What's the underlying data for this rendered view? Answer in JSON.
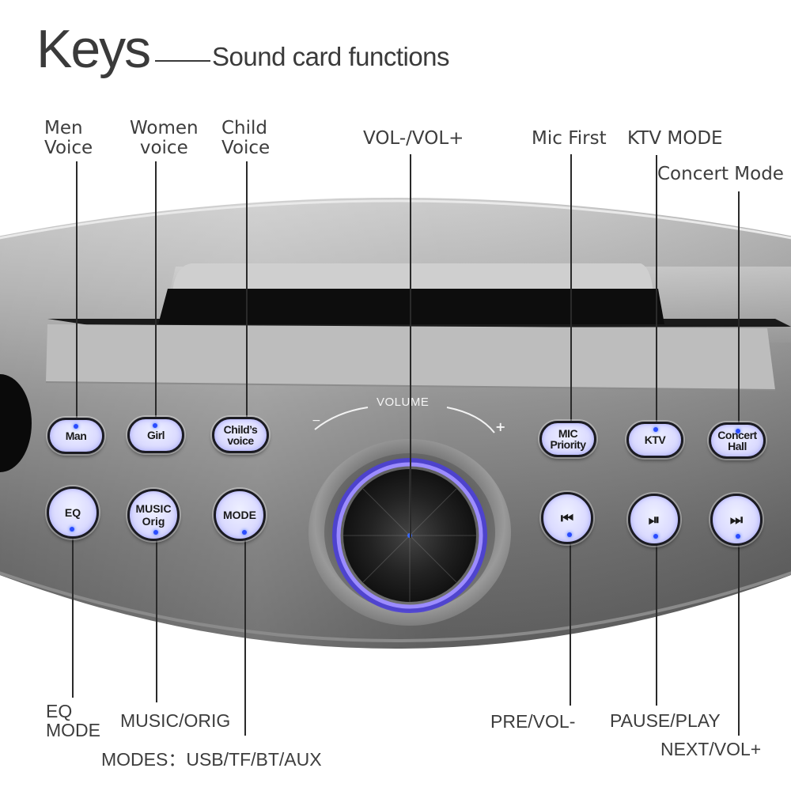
{
  "header": {
    "title": "Keys",
    "subtitle": "Sound card functions"
  },
  "top_labels": {
    "men_voice": [
      "Men",
      "Voice"
    ],
    "women_voice": [
      "Women",
      "voice"
    ],
    "child_voice": [
      "Child",
      "Voice"
    ],
    "vol": "VOL-/VOL+",
    "mic_first": "Mic First",
    "ktv_mode": "KTV MODE",
    "concert_mode": "Concert Mode"
  },
  "panel": {
    "volume_label": "VOLUME",
    "volume_minus": "−",
    "volume_plus": "+",
    "accent_color": "#5a5aff",
    "buttons_row1": {
      "man": "Man",
      "girl": "Girl",
      "child": [
        "Child’s",
        "voice"
      ],
      "mic": [
        "MIC",
        "Priority"
      ],
      "ktv": "KTV",
      "concert": [
        "Concert",
        "Hall"
      ]
    },
    "buttons_row2": {
      "eq": "EQ",
      "music": [
        "MUSIC",
        "Orig"
      ],
      "mode": "MODE",
      "prev_icon": "⏮",
      "play_pause_icon": "⏯",
      "next_icon": "⏭"
    }
  },
  "bottom_labels": {
    "eq_mode": [
      "EQ",
      "MODE"
    ],
    "music_orig": "MUSIC/ORIG",
    "modes": "MODES：USB/TF/BT/AUX",
    "pre_vol": "PRE/VOL-",
    "pause_play": "PAUSE/PLAY",
    "next_vol": "NEXT/VOL+"
  }
}
